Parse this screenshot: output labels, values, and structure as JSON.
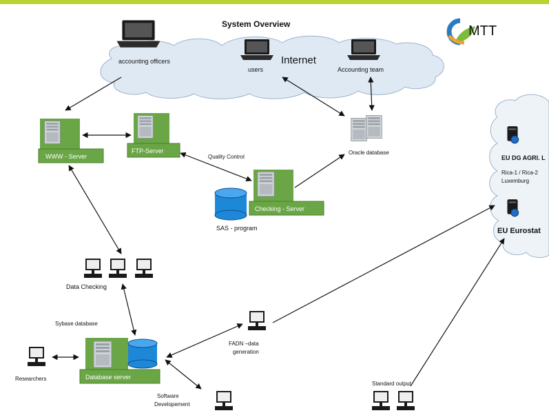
{
  "title": "System Overview",
  "logo": {
    "text": "MTT"
  },
  "cloud": {
    "internet": "Internet",
    "accounting_officers": "accounting officers",
    "users": "users",
    "accounting_team": "Accounting team"
  },
  "servers": {
    "www": "WWW - Server",
    "ftp": "FTP-Server",
    "checking": "Checking - Server",
    "database": "Database server"
  },
  "labels": {
    "quality_control": "Quality Control",
    "oracle": "Oracle database",
    "sas": "SAS - program",
    "data_checking": "Data Checking",
    "sybase": "Sybase database",
    "researchers": "Researchers",
    "fadn_1": "FADN –data",
    "fadn_2": "generation",
    "software_1": "Software",
    "software_2": "Developement",
    "standard_output": "Standard output"
  },
  "eu": {
    "dg_agri": "EU DG AGRI. L",
    "rica": "Rica-1 / Rica-2",
    "luxemburg": "Luxemburg",
    "eurostat": "EU Eurostat"
  },
  "colors": {
    "top_bar": "#b7d334",
    "server_box": "#6aa646",
    "cylinder": "#1e88d8",
    "cloud": "#dfe9f3",
    "logo_blue": "#2b7bc0",
    "logo_green": "#7dbb3a",
    "logo_orange": "#f2a12d"
  }
}
